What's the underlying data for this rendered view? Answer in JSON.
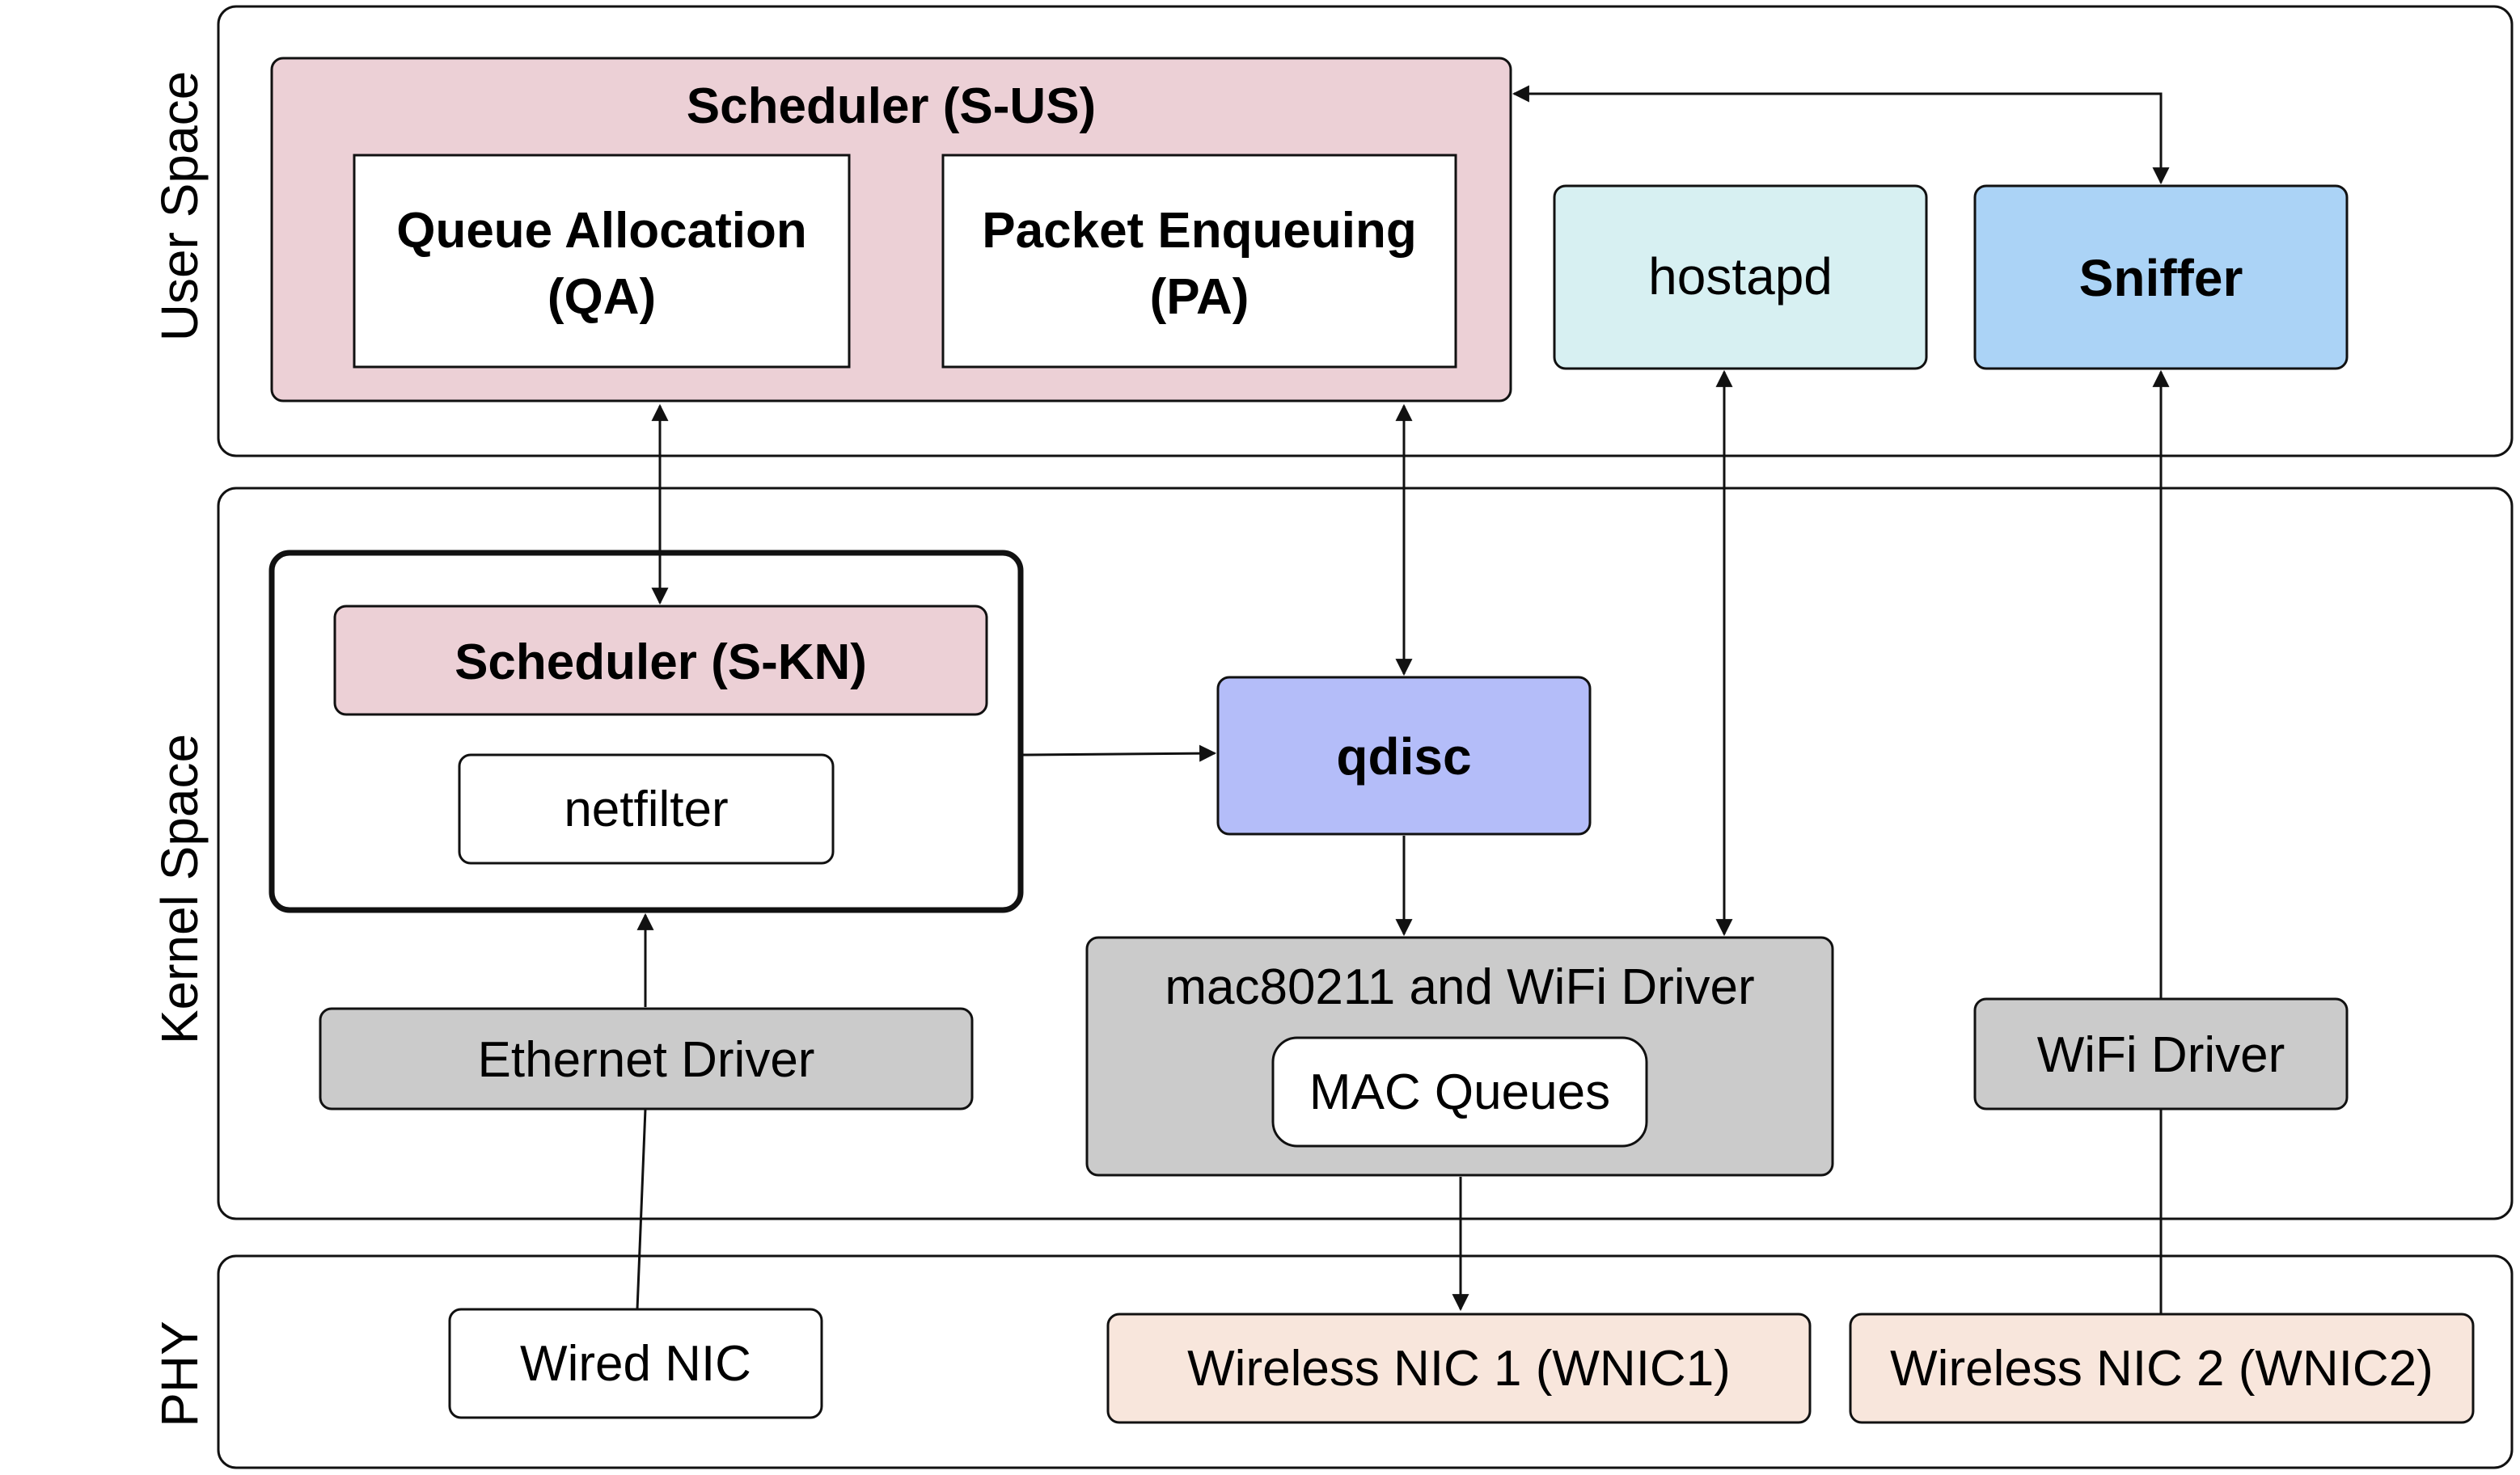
{
  "layers": {
    "user_space": "User Space",
    "kernel_space": "Kernel Space",
    "phy": "PHY"
  },
  "user_space": {
    "scheduler_us": {
      "title": "Scheduler (S-US)",
      "queue_allocation": [
        "Queue Allocation",
        "(QA)"
      ],
      "packet_enqueuing": [
        "Packet Enqueuing",
        "(PA)"
      ]
    },
    "hostapd": "hostapd",
    "sniffer": "Sniffer"
  },
  "kernel_space": {
    "scheduler_kn": "Scheduler (S-KN)",
    "netfilter": "netfilter",
    "qdisc": "qdisc",
    "mac80211": "mac80211 and WiFi Driver",
    "mac_queues": "MAC Queues",
    "ethernet_driver": "Ethernet Driver",
    "wifi_driver": "WiFi Driver"
  },
  "phy": {
    "wired_nic": "Wired NIC",
    "wnic1": "Wireless NIC 1 (WNIC1)",
    "wnic2": "Wireless NIC 2 (WNIC2)"
  },
  "colors": {
    "scheduler_fill": "#ecd0d6",
    "hostapd_fill": "#d7f0f2",
    "sniffer_fill": "#abd3f6",
    "qdisc_fill": "#b4bdf9",
    "driver_fill": "#cbcbcb",
    "wnic_fill": "#f8e6dc",
    "box_fill": "#ffffff",
    "stroke": "#111111"
  }
}
